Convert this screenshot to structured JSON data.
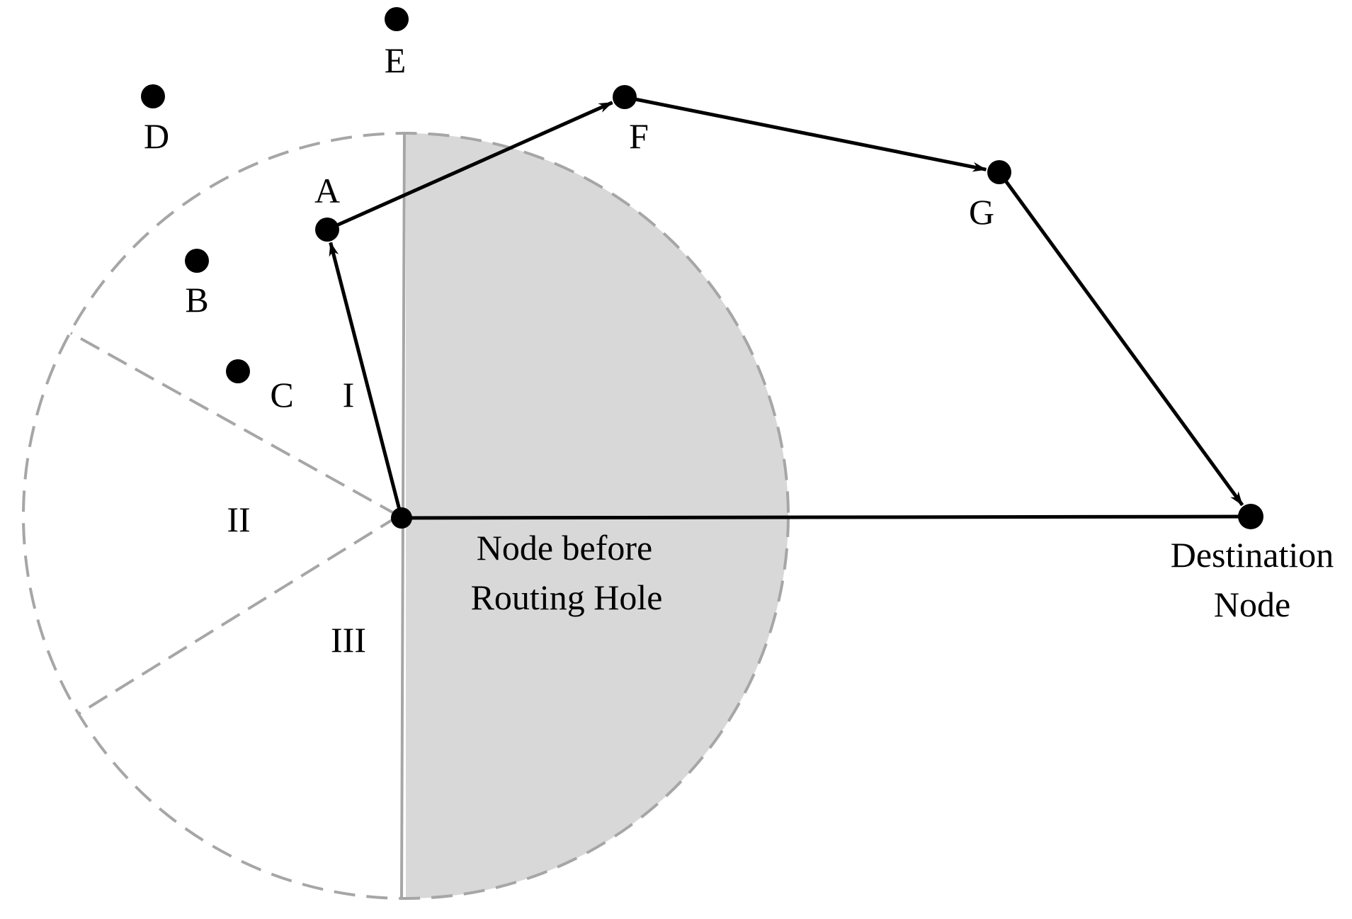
{
  "diagram": {
    "colors": {
      "hole_fill": "#d8d8d8",
      "boundary_stroke": "#a6a6a6",
      "edge_stroke": "#000000",
      "node_fill": "#000000"
    },
    "nodes": {
      "a": {
        "label": "A"
      },
      "b": {
        "label": "B"
      },
      "c": {
        "label": "C"
      },
      "d": {
        "label": "D"
      },
      "e": {
        "label": "E"
      },
      "f": {
        "label": "F"
      },
      "g": {
        "label": "G"
      },
      "hole": {
        "label_line1": "Node before",
        "label_line2": "Routing Hole"
      },
      "destination": {
        "label_line1": "Destination",
        "label_line2": "Node"
      }
    },
    "regions": {
      "one": "I",
      "two": "II",
      "three": "III"
    },
    "edges": [
      {
        "from": "hole",
        "to": "a",
        "arrow": true
      },
      {
        "from": "a",
        "to": "f",
        "arrow": true
      },
      {
        "from": "f",
        "to": "g",
        "arrow": true
      },
      {
        "from": "g",
        "to": "destination",
        "arrow": true
      },
      {
        "from": "hole",
        "to": "destination",
        "arrow": false
      }
    ]
  }
}
